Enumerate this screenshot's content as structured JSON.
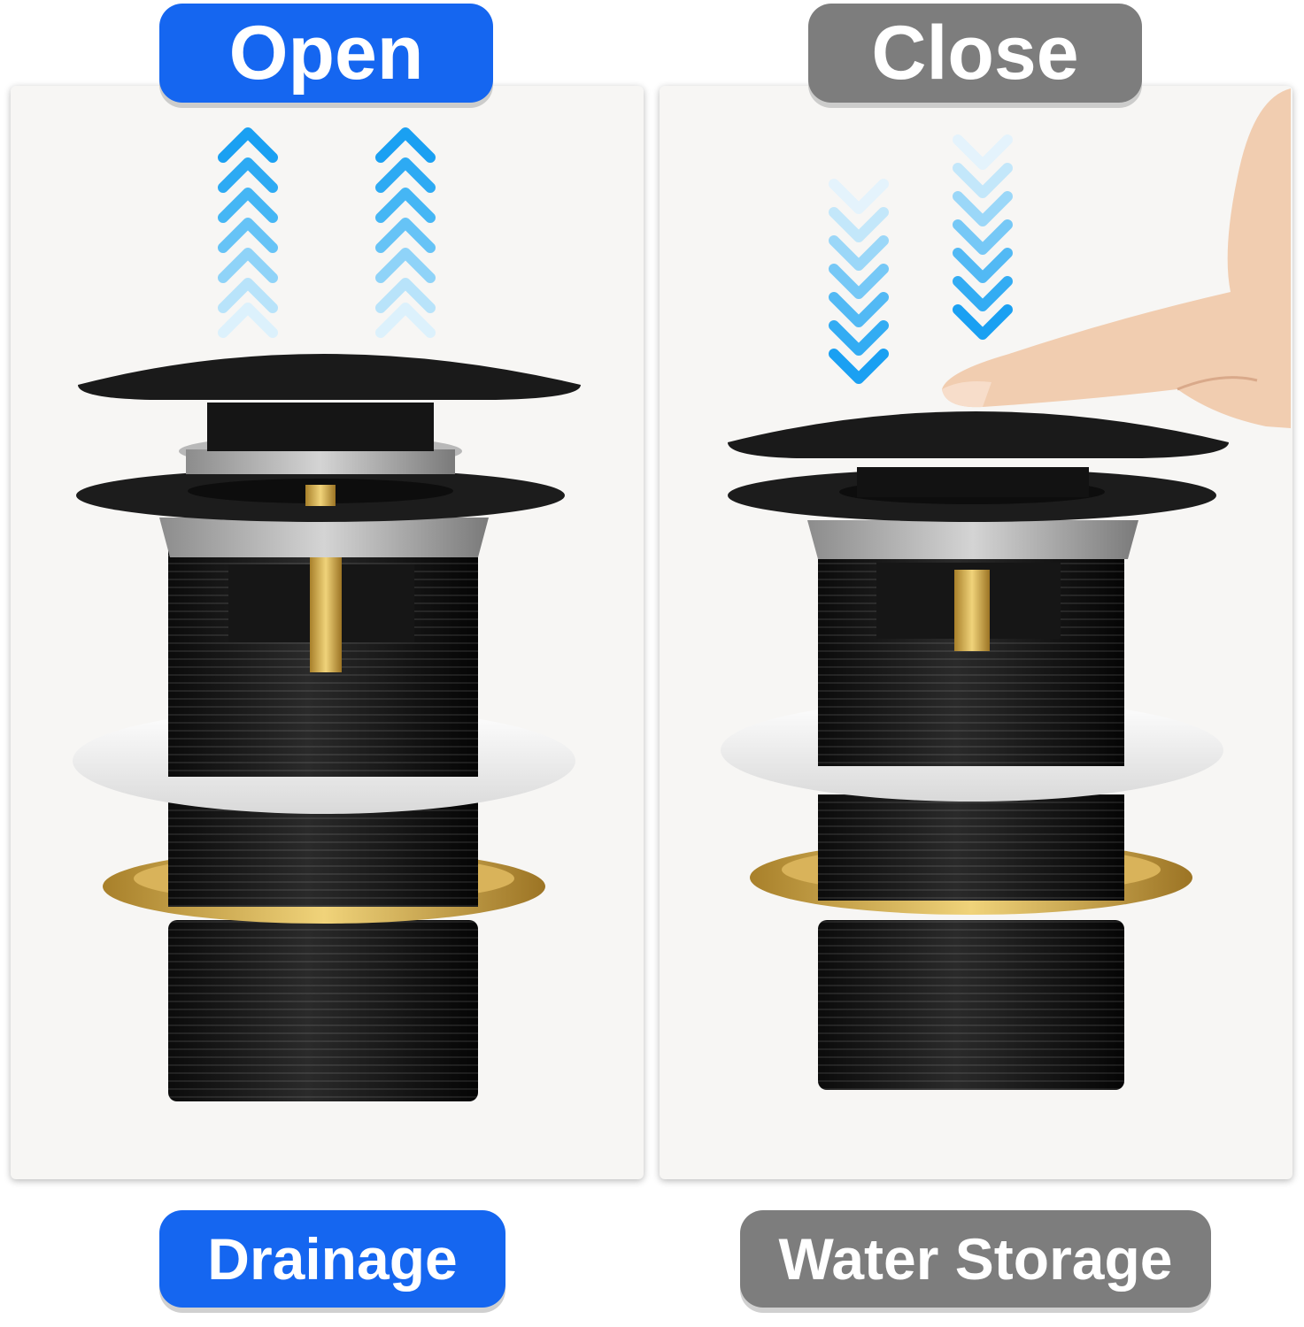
{
  "colors": {
    "open_blue": "#1566f0",
    "close_gray": "#7d7d7d",
    "arrow_blue": "#1aa0f2",
    "drain_black": "#111111",
    "brass": "#c9a24a",
    "gasket_white": "#f2f2f2",
    "skin": "#f1cdb0"
  },
  "labels": {
    "open": "Open",
    "close": "Close",
    "drainage": "Drainage",
    "water_storage": "Water Storage"
  },
  "icons": {
    "up": "chevron-up-arrow",
    "down": "chevron-down-arrow"
  }
}
